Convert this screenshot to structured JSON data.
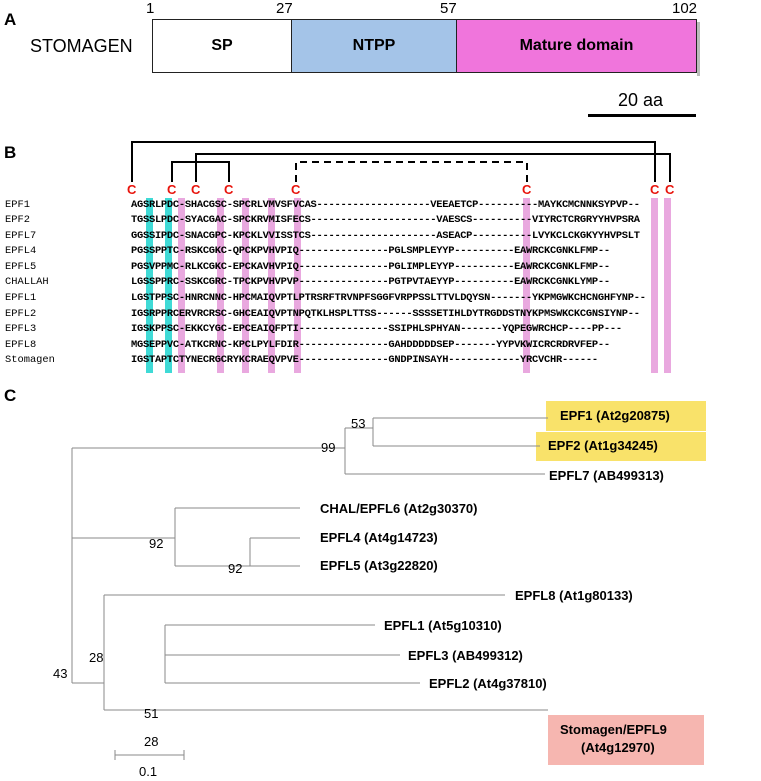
{
  "panel_a": {
    "letter": "A",
    "protein_name": "STOMAGEN",
    "positions": [
      "1",
      "27",
      "57",
      "102"
    ],
    "domains": [
      {
        "label": "SP",
        "color": "#ffffff"
      },
      {
        "label": "NTPP",
        "color": "#a4c4e8"
      },
      {
        "label": "Mature domain",
        "color": "#f075dc"
      }
    ],
    "scale_label": "20 aa"
  },
  "panel_b": {
    "letter": "B",
    "cysteine_label": "C",
    "alignment": [
      {
        "name": "EPF1",
        "seq": "AGSRLPDC-SHACGSC-SPCRLVMVSFVCAS-------------------VEEAETCP----------MAYKCMCNNKSYPVP--"
      },
      {
        "name": "EPF2",
        "seq": "TGSSLPDC-SYACGAC-SPCKRVMISFECS---------------------VAESCS----------VIYRCTCRGRYYHVPSRA"
      },
      {
        "name": "EPFL7",
        "seq": "GGSSIPDC-SNACGPC-KPCKLVVISSTCS---------------------ASEACP----------LVYKCLCKGKYYHVPSLT"
      },
      {
        "name": "EPFL4",
        "seq": "PGSSPPTC-RSKCGKC-QPCKPVHVPIQ---------------PGLSMPLEYYP----------EAWRCKCGNKLFMP--"
      },
      {
        "name": "EPFL5",
        "seq": "PGSVPPMC-RLKCGKC-EPCKAVHVPIQ---------------PGLIMPLEYYP----------EAWRCKCGNKLFMP--"
      },
      {
        "name": "CHALLAH",
        "seq": "LGSSPPRC-SSKCGRC-TPCKPVHVPVP---------------PGTPVTAEYYP----------EAWRCKCGNKLYMP--"
      },
      {
        "name": "EPFL1",
        "seq": "LGSTPPSC-HNRCNNC-HPCMAIQVPTLPTRSRFTRVNPFSGGFVRPPSSLTTVLDQYSN-------YKPMGWKCHCNGHFYNP--"
      },
      {
        "name": "EPFL2",
        "seq": "IGSRPPRCERVRCRSC-GHCEAIQVPTNPQTKLHSPLTTSS------SSSSETIHLDYTRGDDSTNYKPMSWKCKCGNSIYNP--"
      },
      {
        "name": "EPFL3",
        "seq": "IGSKPPSC-EKKCYGC-EPCEAIQFPTI---------------SSIPHLSPHYAN-------YQPEGWRCHCP----PP---"
      },
      {
        "name": "EPFL8",
        "seq": "MGSEPPVC-ATKCRNC-KPCLPYLFDIR---------------GAHDDDDDSEP-------YYPVKWICRCRDRVFEP--"
      },
      {
        "name": "Stomagen",
        "seq": "IGSTAPTCTYNECRGCRYKCRAEQVPVE---------------GNDPINSAYH------------YRCVCHR------"
      }
    ]
  },
  "panel_c": {
    "letter": "C",
    "leaves": [
      {
        "label": "EPF1 (At2g20875)",
        "highlight": "#f9e26a"
      },
      {
        "label": "EPF2 (At1g34245)",
        "highlight": "#f9e26a"
      },
      {
        "label": "EPFL7 (AB499313)",
        "highlight": ""
      },
      {
        "label": "CHAL/EPFL6 (At2g30370)",
        "highlight": ""
      },
      {
        "label": "EPFL4 (At4g14723)",
        "highlight": ""
      },
      {
        "label": "EPFL5 (At3g22820)",
        "highlight": ""
      },
      {
        "label": "EPFL8 (At1g80133)",
        "highlight": ""
      },
      {
        "label": "EPFL1 (At5g10310)",
        "highlight": ""
      },
      {
        "label": "EPFL3 (AB499312)",
        "highlight": ""
      },
      {
        "label": "EPFL2 (At4g37810)",
        "highlight": ""
      },
      {
        "label": "Stomagen/EPFL9",
        "highlight": "#f6b6b0"
      },
      {
        "label": "(At4g12970)",
        "highlight": "#f6b6b0"
      }
    ],
    "bootstrap": [
      "53",
      "99",
      "92",
      "92",
      "43",
      "28",
      "51",
      "28"
    ],
    "scale_label": "0.1"
  }
}
